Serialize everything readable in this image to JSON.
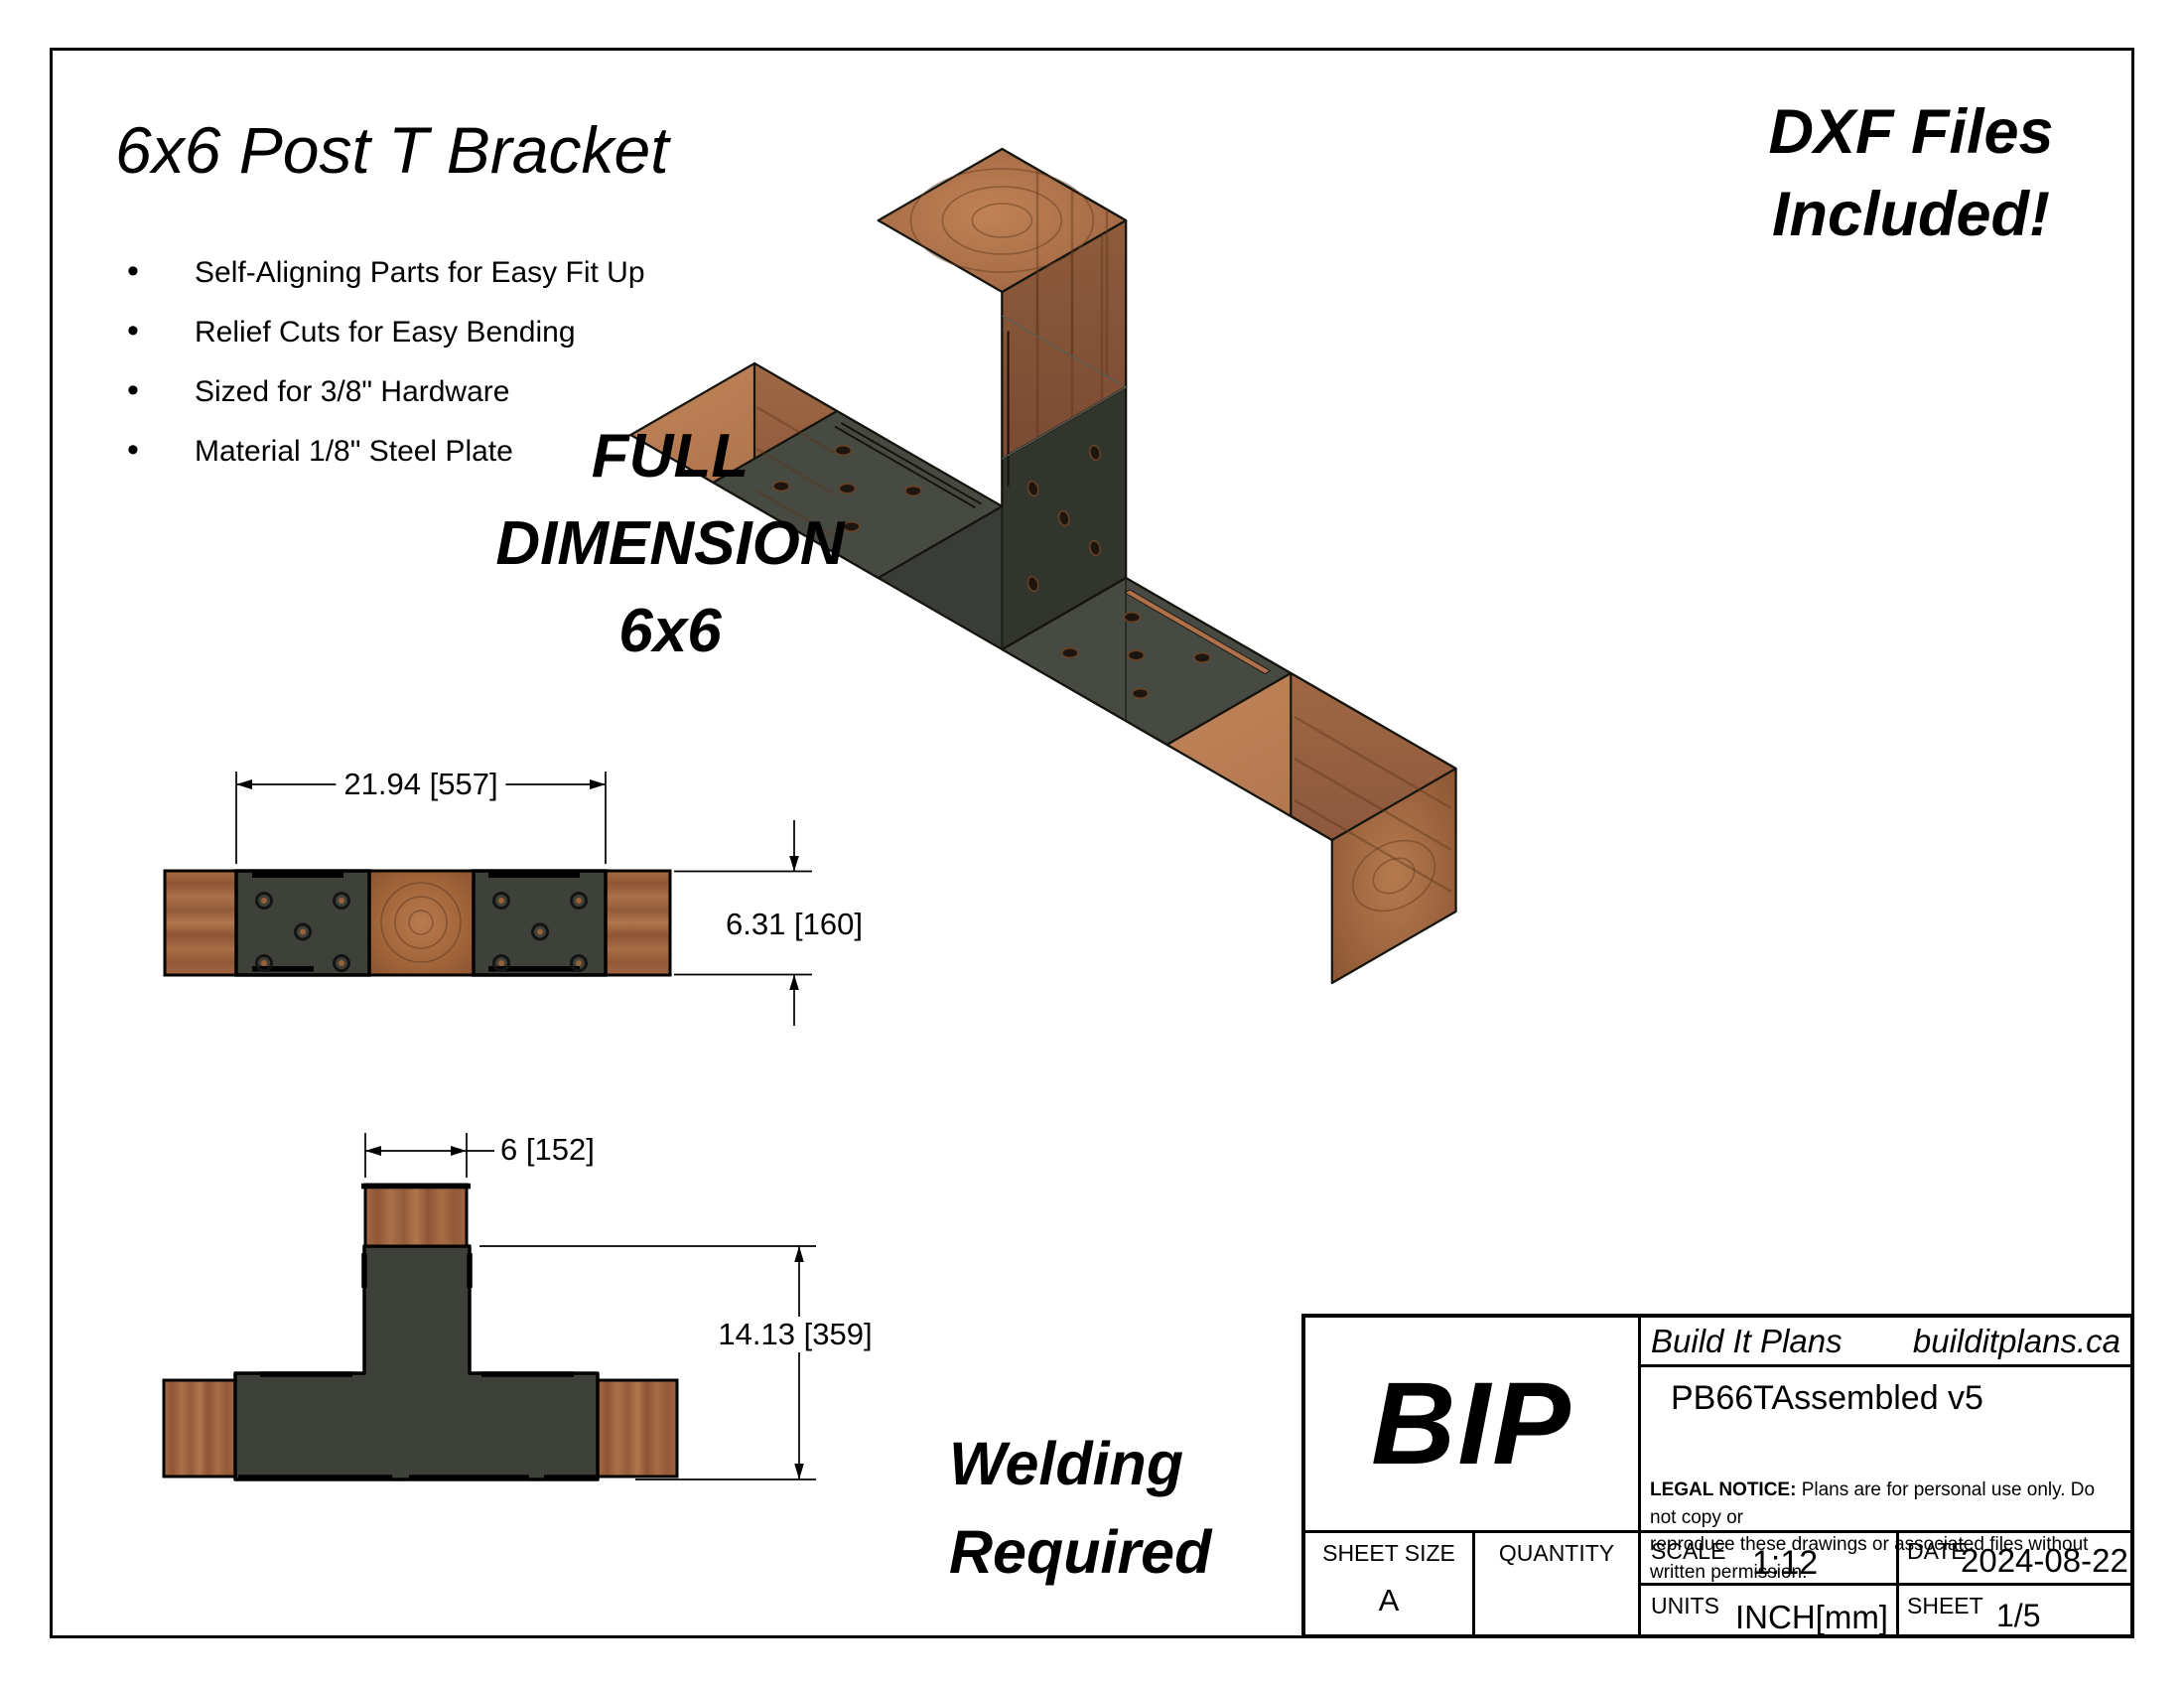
{
  "page": {
    "title": "6x6 Post T Bracket",
    "features": [
      "Self-Aligning Parts for Easy Fit Up",
      "Relief Cuts for Easy Bending",
      "Sized for 3/8\" Hardware",
      "Material 1/8\" Steel Plate"
    ],
    "bullet_glyph": "•",
    "dxf_line1": "DXF Files",
    "dxf_line2": "Included!",
    "full_dim_line1": "FULL",
    "full_dim_line2": "DIMENSION",
    "full_dim_line3": "6x6",
    "welding_line1": "Welding",
    "welding_line2": "Required"
  },
  "dimensions": {
    "top_view_width": "21.94 [557]",
    "top_view_height": "6.31 [160]",
    "front_post_width": "6 [152]",
    "front_height": "14.13 [359]"
  },
  "title_block": {
    "logo": "BIP",
    "company": "Build It Plans",
    "website": "builditplans.ca",
    "part_name": "PB66TAssembled v5",
    "legal_label": "LEGAL NOTICE:",
    "legal_line1": " Plans are for personal use only. Do not copy or",
    "legal_line2": "reproduce these drawings or associated files without written permission.",
    "labels": {
      "sheet_size": "SHEET SIZE",
      "quantity": "QUANTITY",
      "scale": "SCALE",
      "date": "DATE",
      "units": "UNITS",
      "sheet": "SHEET"
    },
    "values": {
      "sheet_size": "A",
      "quantity": "",
      "scale": "1:12",
      "date": "2024-08-22",
      "units": "INCH[mm]",
      "sheet": "1/5"
    }
  },
  "colors": {
    "steel_front": "#3a3d37",
    "steel_top": "#474a43",
    "steel_side": "#32352e",
    "steel_2d": "#3e413a",
    "wood_light": "#b87c50",
    "wood_mid": "#9c6641",
    "wood_dark": "#875339",
    "outline": "#000000"
  }
}
